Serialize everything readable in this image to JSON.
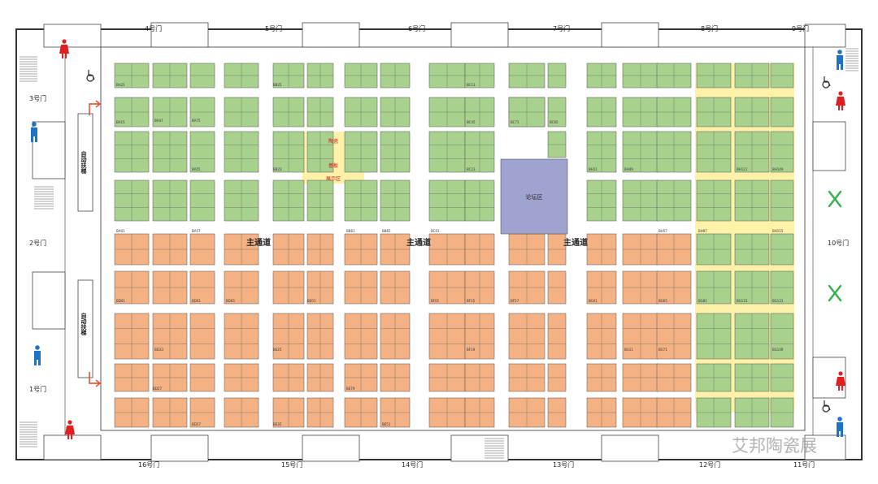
{
  "gates": {
    "g1": "1号门",
    "g2": "2号门",
    "g3": "3号门",
    "g4": "4号门",
    "g5": "5号门",
    "g6": "6号门",
    "g7": "7号门",
    "g8": "8号门",
    "g9": "9号门",
    "g10": "10号门",
    "g11": "11号门",
    "g12": "12号门",
    "g13": "13号门",
    "g14": "14号门",
    "g15": "15号门",
    "g16": "16号门"
  },
  "aisle": {
    "main": "主通道"
  },
  "escalator": "自动扶梯",
  "forum": "论坛区",
  "exhibit_zone": {
    "line1": "陶瓷",
    "line2": "基板",
    "line3": "展示区"
  },
  "watermark": "艾邦陶瓷展",
  "booths": {
    "ba25": "BA25",
    "ba47": "BA47",
    "ba15": "BA15",
    "ba55": "BA55",
    "ba75": "BA75",
    "ba57": "BA57",
    "ba01": "BA01",
    "bb25": "BB25",
    "bb23": "BB23",
    "bb61": "BB61",
    "bb65": "BB65",
    "bc13": "BC13",
    "bc23": "BC23",
    "bc45": "BC45",
    "bc01": "BC01",
    "bc71": "BC71",
    "bc65": "BC65",
    "bh11": "BH11",
    "bh49": "BH49",
    "bh57": "BH57",
    "bh97": "BH97",
    "bh121": "BH121",
    "bh149": "BH149",
    "bh155": "BH155",
    "bd01": "BD01",
    "bd33": "BD33",
    "bd61": "BD61",
    "bd65": "BD65",
    "bd57": "BD57",
    "bd27": "BD27",
    "be01": "BE01",
    "be35": "BE35",
    "be79": "BE79",
    "be51": "BE51",
    "be25": "BE25",
    "bf35": "BF35",
    "bf01": "BF01",
    "bf57": "BF57",
    "bf19": "BF19",
    "bg01": "BG01",
    "bg65": "BG65",
    "bg11": "BG11",
    "bg71": "BG71",
    "bg81": "BG81",
    "bg115": "BG115",
    "bg131": "BG131",
    "bg149": "BG149"
  },
  "colors": {
    "north_hall": "#a9d18e",
    "south_hall": "#f4b183",
    "premium_zone": "#fff2a8",
    "forum": "#9fa3cf",
    "wall": "#333333",
    "restroom_male": "#1e72c8",
    "restroom_female": "#e02020",
    "accessible": "#2a2a2a",
    "dining": "#37b04a",
    "exit_arrow": "#e04020"
  },
  "icons": [
    "male-restroom-icon",
    "female-restroom-icon",
    "wheelchair-icon",
    "dining-icon",
    "exit-arrow-icon",
    "stairs-icon"
  ]
}
